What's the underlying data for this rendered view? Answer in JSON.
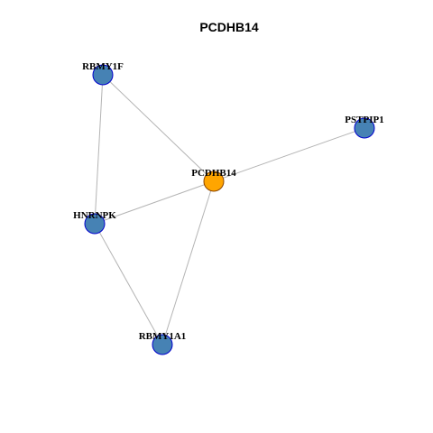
{
  "title": "PCDHB14",
  "colors": {
    "center_fill": "#FFA500",
    "center_stroke": "#8B4500",
    "neighbor_fill": "#4682B4",
    "neighbor_stroke": "#0000CD",
    "edge": "#B4B4B4"
  },
  "nodes": [
    {
      "id": "PCDHB14",
      "label": "PCDHB14",
      "role": "center"
    },
    {
      "id": "RBMY1F",
      "label": "RBMY1F",
      "role": "neighbor"
    },
    {
      "id": "PSTPIP1",
      "label": "PSTPIP1",
      "role": "neighbor"
    },
    {
      "id": "HNRNPK",
      "label": "HNRNPK",
      "role": "neighbor"
    },
    {
      "id": "RBMY1A1",
      "label": "RBMY1A1",
      "role": "neighbor"
    }
  ],
  "edges": [
    {
      "source": "RBMY1F",
      "target": "PCDHB14"
    },
    {
      "source": "RBMY1F",
      "target": "HNRNPK"
    },
    {
      "source": "PSTPIP1",
      "target": "PCDHB14"
    },
    {
      "source": "HNRNPK",
      "target": "PCDHB14"
    },
    {
      "source": "HNRNPK",
      "target": "RBMY1A1"
    },
    {
      "source": "RBMY1A1",
      "target": "PCDHB14"
    }
  ]
}
